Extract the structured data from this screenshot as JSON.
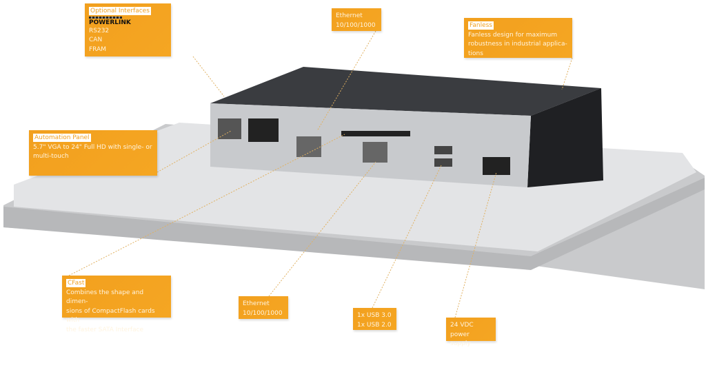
{
  "callouts": {
    "optional_interfaces": {
      "title": "Optional Interfaces",
      "logo": "POWERLINK",
      "lines": [
        "RS232",
        "CAN",
        "FRAM"
      ]
    },
    "ethernet_top": {
      "lines": [
        "Ethernet",
        "10/100/1000"
      ]
    },
    "fanless": {
      "title": "Fanless",
      "lines": [
        "Fanless design for maximum",
        "robustness in industrial applica-",
        "tions"
      ]
    },
    "automation_panel": {
      "title": "Automation Panel",
      "lines": [
        "5.7\" VGA to 24\" Full HD with single- or",
        "multi-touch"
      ]
    },
    "cfast": {
      "title": "CFast",
      "lines": [
        "Combines the shape and dimen-",
        "sions of CompactFlash cards with",
        "the faster SATA Interface"
      ]
    },
    "ethernet_bottom": {
      "lines": [
        "Ethernet",
        "10/100/1000"
      ]
    },
    "usb": {
      "lines": [
        "1x USB 3.0",
        "1x USB 2.0"
      ]
    },
    "power": {
      "lines": [
        "24 VDC",
        "power supply"
      ]
    }
  },
  "colors": {
    "accent": "#f5a623",
    "device_body": "#2b2d30",
    "panel": "#d9dadc"
  }
}
